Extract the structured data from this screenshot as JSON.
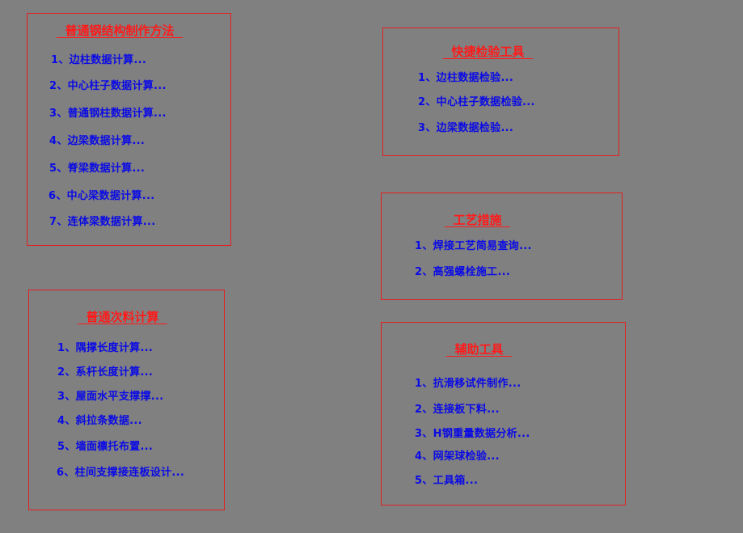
{
  "colors": {
    "background": "#808080",
    "panel_border": "#e02020",
    "title": "#ff1a1a",
    "item": "#0a0ae6"
  },
  "panels": {
    "steel_fabrication": {
      "title": "  普通钢结构制作方法  ",
      "items": [
        "1、边柱数据计算...",
        "2、中心柱子数据计算...",
        "3、普通钢柱数据计算...",
        "4、边梁数据计算...",
        "5、脊梁数据计算...",
        "6、中心梁数据计算...",
        "7、连体梁数据计算..."
      ]
    },
    "quick_inspection": {
      "title": "  快捷检验工具  ",
      "items": [
        "1、边柱数据检验...",
        "2、中心柱子数据检验...",
        "3、边梁数据检验..."
      ]
    },
    "process_measures": {
      "title": "  工艺措施  ",
      "items": [
        "1、焊接工艺简易查询...",
        "2、高强螺栓施工..."
      ]
    },
    "secondary_materials": {
      "title": "  普通次料计算  ",
      "items": [
        "1、隅撑长度计算...",
        "2、系杆长度计算...",
        "3、屋面水平支撑撑...",
        "4、斜拉条数据...",
        "5、墙面檩托布置...",
        "6、柱间支撑接连板设计..."
      ]
    },
    "auxiliary_tools": {
      "title": "  辅助工具  ",
      "items": [
        "1、抗滑移试件制作...",
        "2、连接板下料...",
        "3、H钢重量数据分析...",
        "4、网架球检验...",
        "5、工具箱..."
      ]
    }
  }
}
